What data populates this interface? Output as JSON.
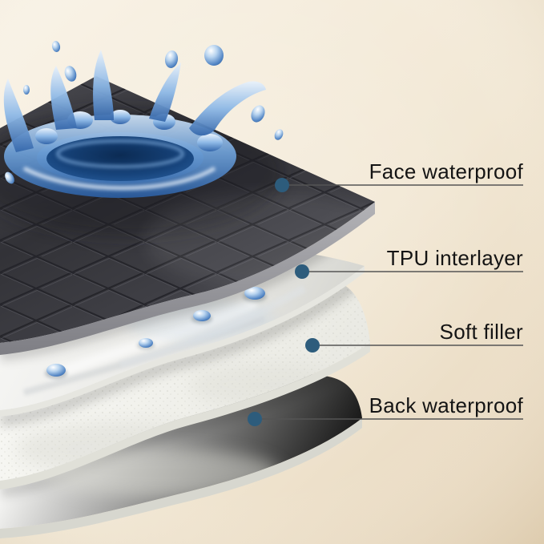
{
  "figure": {
    "type": "product-layer-diagram"
  },
  "background": {
    "top_left": "#f9f3e7",
    "mid": "#f2e8d5",
    "bottom_right": "#e6d5ba"
  },
  "colors": {
    "callout_dot": "#2d5c7c",
    "callout_line": "#555555",
    "label_text": "#141414",
    "fabric_dark": "#38383d",
    "water_blue": "#3a6fb2",
    "layer_white": "#f5f5f1"
  },
  "callouts": [
    {
      "id": "face-waterproof",
      "label": "Face waterproof"
    },
    {
      "id": "tpu-interlayer",
      "label": "TPU interlayer"
    },
    {
      "id": "soft-filler",
      "label": "Soft filler"
    },
    {
      "id": "back-waterproof",
      "label": "Back waterproof"
    }
  ]
}
